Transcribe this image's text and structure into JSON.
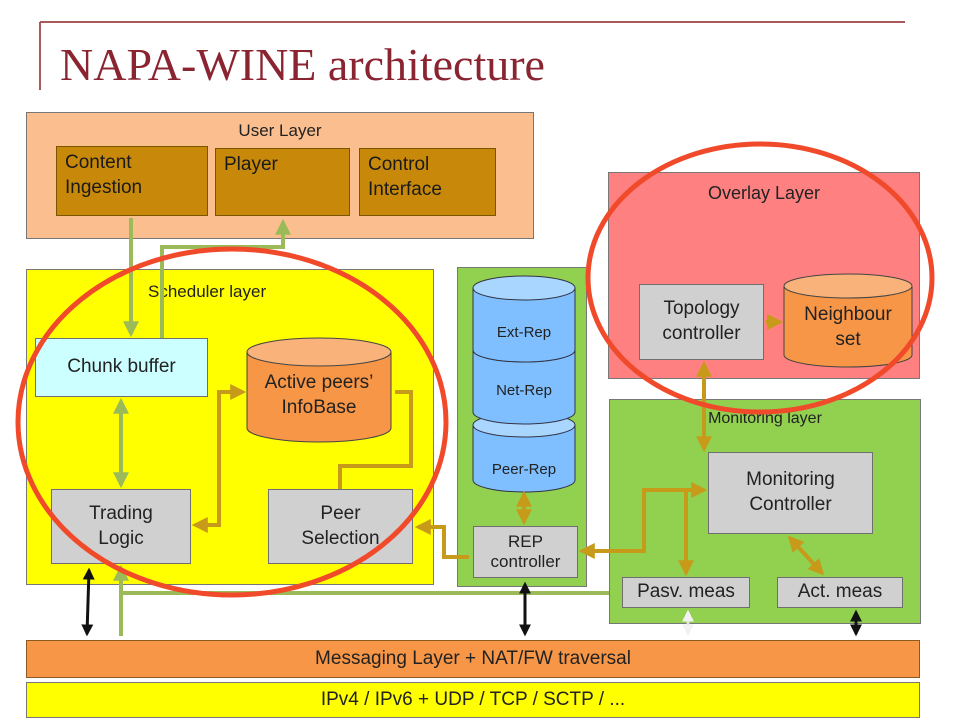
{
  "title": "NAPA-WINE architecture",
  "user_layer": {
    "label": "User Layer",
    "boxes": [
      "Content\nIngestion",
      "Player",
      "Control\nInterface"
    ]
  },
  "scheduler_layer": {
    "label": "Scheduler layer",
    "chunk_buffer": "Chunk buffer",
    "active_peers": "Active peers’\nInfoBase",
    "trading_logic": "Trading\nLogic",
    "peer_selection": "Peer\nSelection"
  },
  "repository": {
    "ext_rep": "Ext-Rep",
    "net_rep": "Net-Rep",
    "peer_rep": "Peer-Rep",
    "rep_controller": "REP\ncontroller"
  },
  "overlay_layer": {
    "label": "Overlay Layer",
    "topology_controller": "Topology\ncontroller",
    "neighbour_set": "Neighbour\nset"
  },
  "monitoring_layer": {
    "label": "Monitoring layer",
    "monitoring_controller": "Monitoring\nController",
    "pasv_meas": "Pasv. meas",
    "act_meas": "Act. meas"
  },
  "messaging_layer": "Messaging Layer + NAT/FW traversal",
  "ip_layer": "IPv4 / IPv6 + UDP / TCP / SCTP / ...",
  "colors": {
    "title": "#8b2431",
    "user_layer": "#fbbf8f",
    "scheduler_layer": "#ffff00",
    "overlay_layer": "#ff8080",
    "monitoring_layer": "#92d050",
    "messaging_layer": "#f79646",
    "highlight_circle": "#f04a2a",
    "cylinder": "#7fbfff",
    "orange_box": "#f79646"
  }
}
